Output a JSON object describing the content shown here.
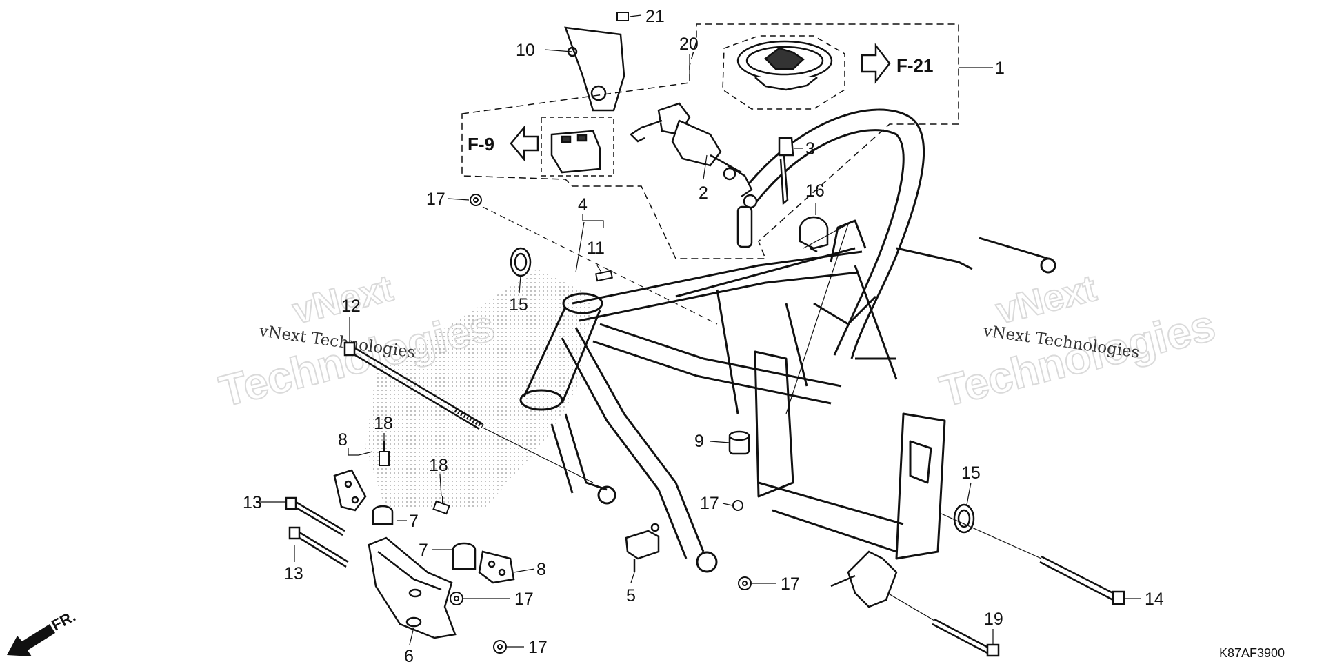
{
  "diagram": {
    "labels": [
      {
        "id": "1",
        "text": "1"
      },
      {
        "id": "2",
        "text": "2"
      },
      {
        "id": "3",
        "text": "3"
      },
      {
        "id": "4",
        "text": "4"
      },
      {
        "id": "5",
        "text": "5"
      },
      {
        "id": "6",
        "text": "6"
      },
      {
        "id": "7a",
        "text": "7"
      },
      {
        "id": "7b",
        "text": "7"
      },
      {
        "id": "8a",
        "text": "8"
      },
      {
        "id": "8b",
        "text": "8"
      },
      {
        "id": "9",
        "text": "9"
      },
      {
        "id": "10",
        "text": "10"
      },
      {
        "id": "11",
        "text": "11"
      },
      {
        "id": "12",
        "text": "12"
      },
      {
        "id": "13a",
        "text": "13"
      },
      {
        "id": "13b",
        "text": "13"
      },
      {
        "id": "14",
        "text": "14"
      },
      {
        "id": "15a",
        "text": "15"
      },
      {
        "id": "15b",
        "text": "15"
      },
      {
        "id": "16",
        "text": "16"
      },
      {
        "id": "17a",
        "text": "17"
      },
      {
        "id": "17b",
        "text": "17"
      },
      {
        "id": "17c",
        "text": "17"
      },
      {
        "id": "17d",
        "text": "17"
      },
      {
        "id": "17e",
        "text": "17"
      },
      {
        "id": "18a",
        "text": "18"
      },
      {
        "id": "18b",
        "text": "18"
      },
      {
        "id": "19",
        "text": "19"
      },
      {
        "id": "20",
        "text": "20"
      },
      {
        "id": "21",
        "text": "21"
      }
    ],
    "refs": {
      "fuel_cap_ref": "F-21",
      "seat_ref": "F-9"
    },
    "front_indicator": "FR.",
    "diagram_code": "K87AF3900"
  },
  "watermark": {
    "brand": "vNext",
    "name": "Technologies",
    "full": "vNext Technologies"
  }
}
